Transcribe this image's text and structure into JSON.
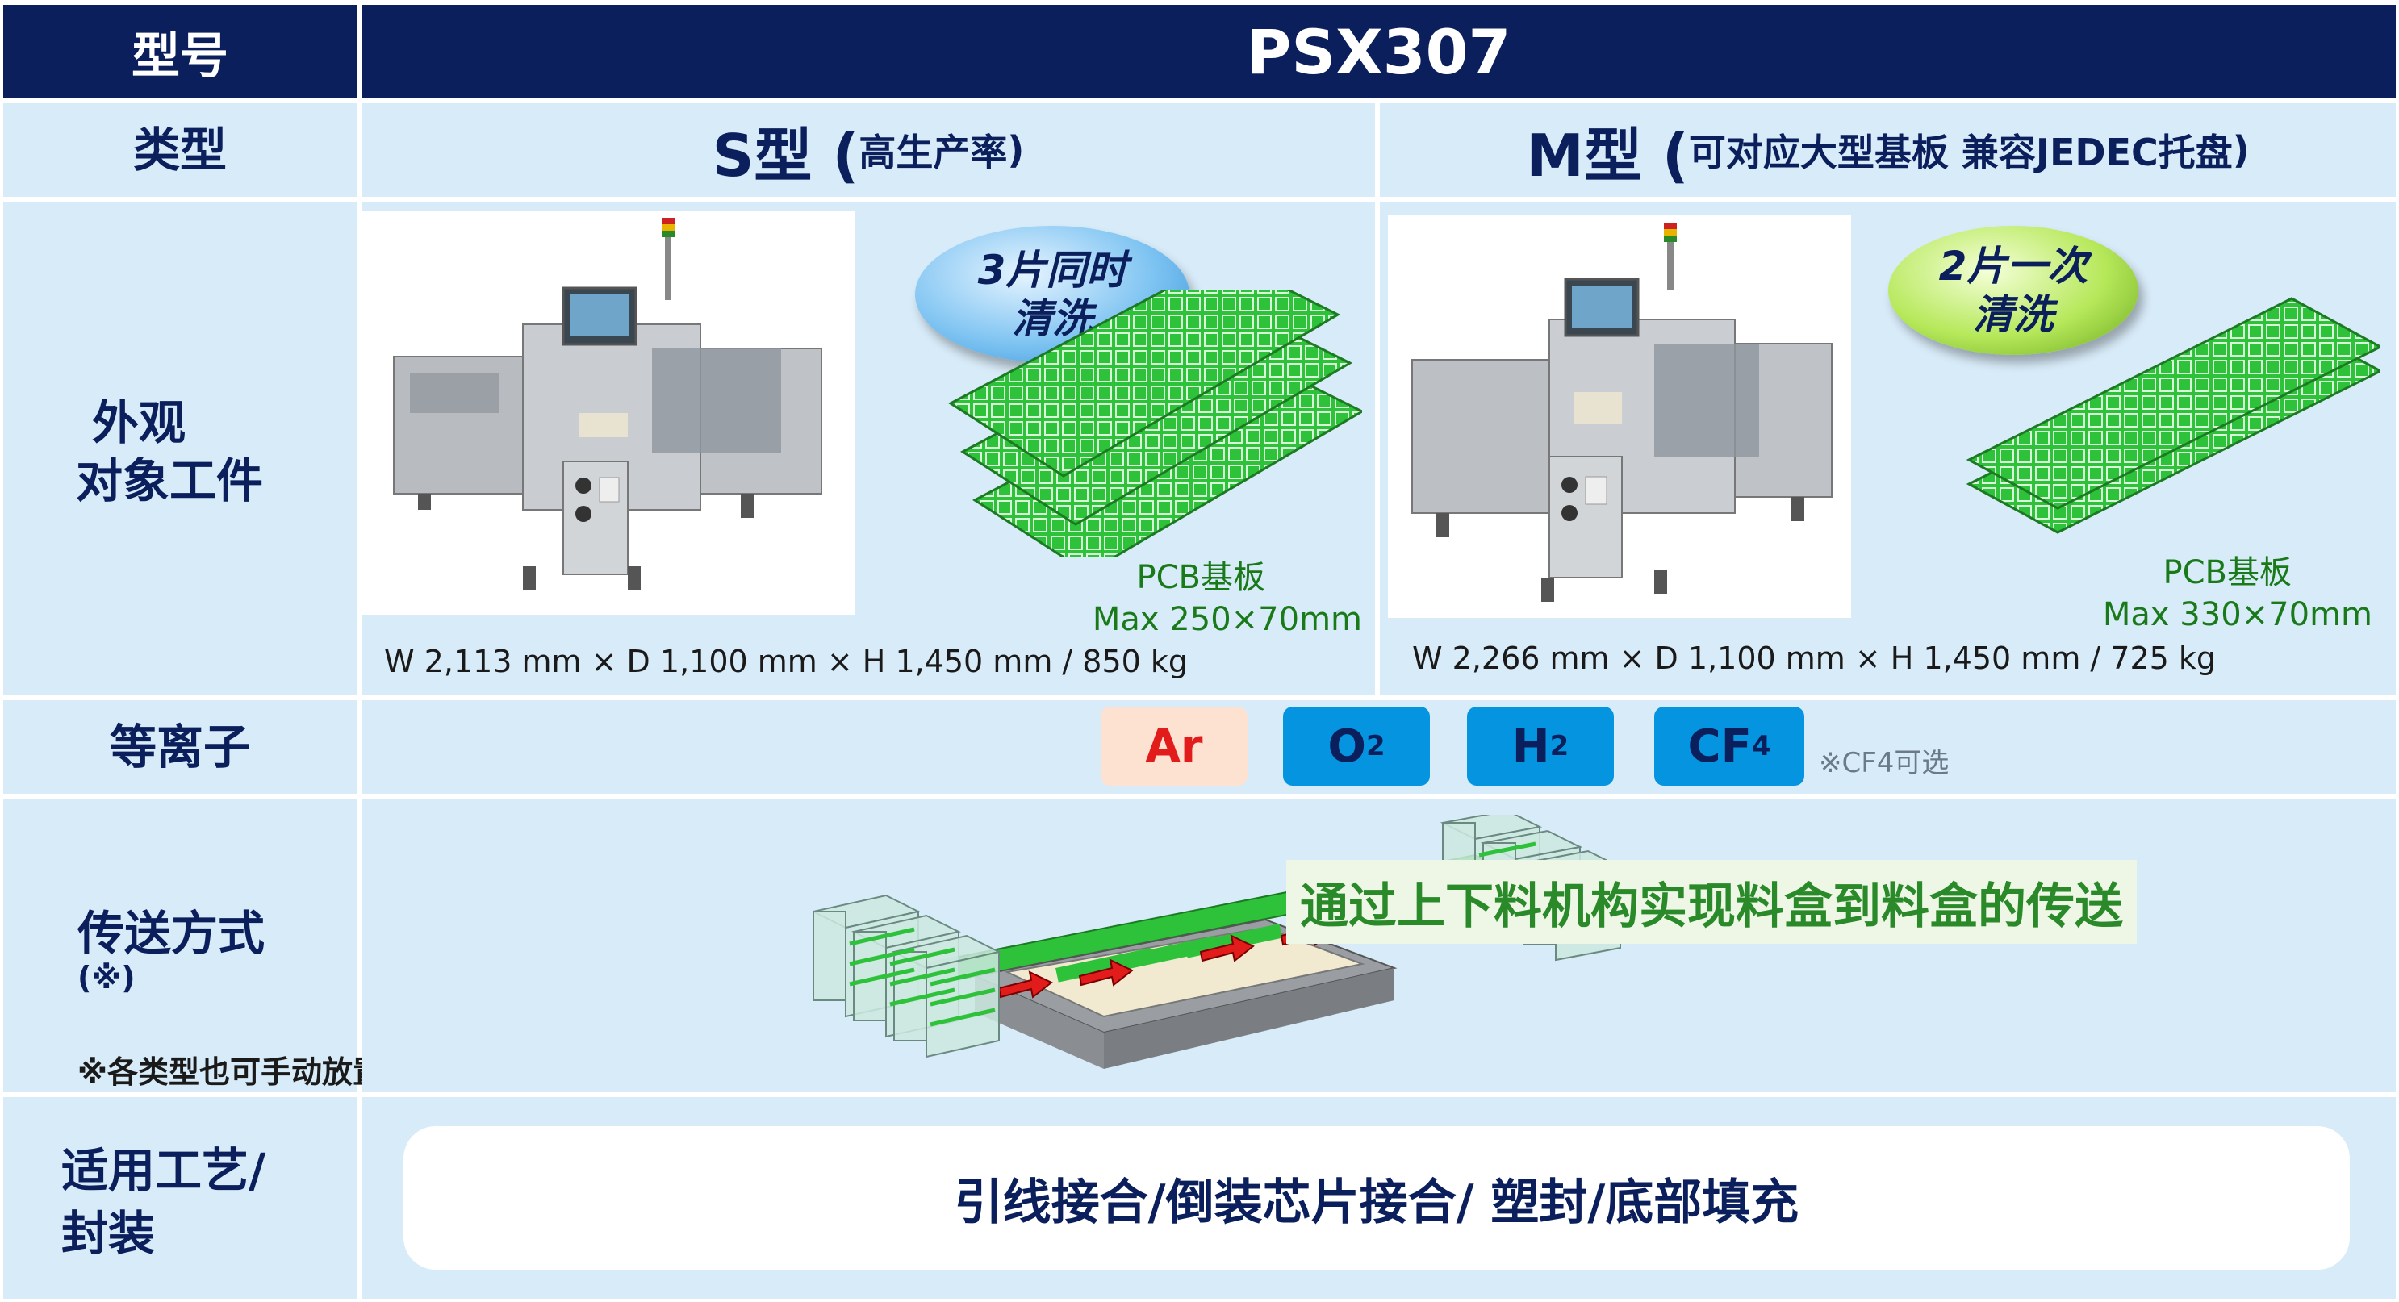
{
  "header": {
    "label": "型号",
    "model": "PSX307"
  },
  "type_row": {
    "label": "类型",
    "s_type": {
      "name": "S型 (",
      "desc": "高生产率",
      "close": ")"
    },
    "m_type": {
      "name": "M型 (",
      "desc": "可对应大型基板 兼容JEDEC托盘",
      "close": ")"
    }
  },
  "appearance_row": {
    "label_line1": "外观",
    "label_line2": "对象工件",
    "s": {
      "bubble_line1": "3片同时",
      "bubble_line2": "清洗",
      "pcb_label": "PCB基板",
      "pcb_size": "Max 250×70mm",
      "dims": "W 2,113 mm × D 1,100 mm × H 1,450 mm / 850 kg"
    },
    "m": {
      "bubble_line1": "2片一次",
      "bubble_line2": "清洗",
      "pcb_label": "PCB基板",
      "pcb_size": "Max 330×70mm",
      "dims": "W 2,266 mm × D 1,100 mm × H 1,450 mm / 725 kg"
    }
  },
  "plasma_row": {
    "label": "等离子",
    "gases": [
      {
        "main": "Ar",
        "sub": ""
      },
      {
        "main": "O",
        "sub": "2"
      },
      {
        "main": "H",
        "sub": "2"
      },
      {
        "main": "CF",
        "sub": "4"
      }
    ],
    "note": "※CF4可选"
  },
  "transfer_row": {
    "label": "传送方式",
    "label_mark": "(※)",
    "description": "通过上下料机构实现料盒到料盒的传送",
    "footnote": "※各类型也可手动放置"
  },
  "application_row": {
    "label_line1": "适用工艺/",
    "label_line2": "封装",
    "value": "引线接合/倒装芯片接合/ 塑封/底部填充"
  },
  "colors": {
    "navy": "#0a1f5c",
    "cell_bg": "#d8ebf8",
    "gas_blue": "#0595e0",
    "ar_bg": "#fde2d2",
    "ar_text": "#e21b1b",
    "pcb_green": "#2ec13a"
  }
}
